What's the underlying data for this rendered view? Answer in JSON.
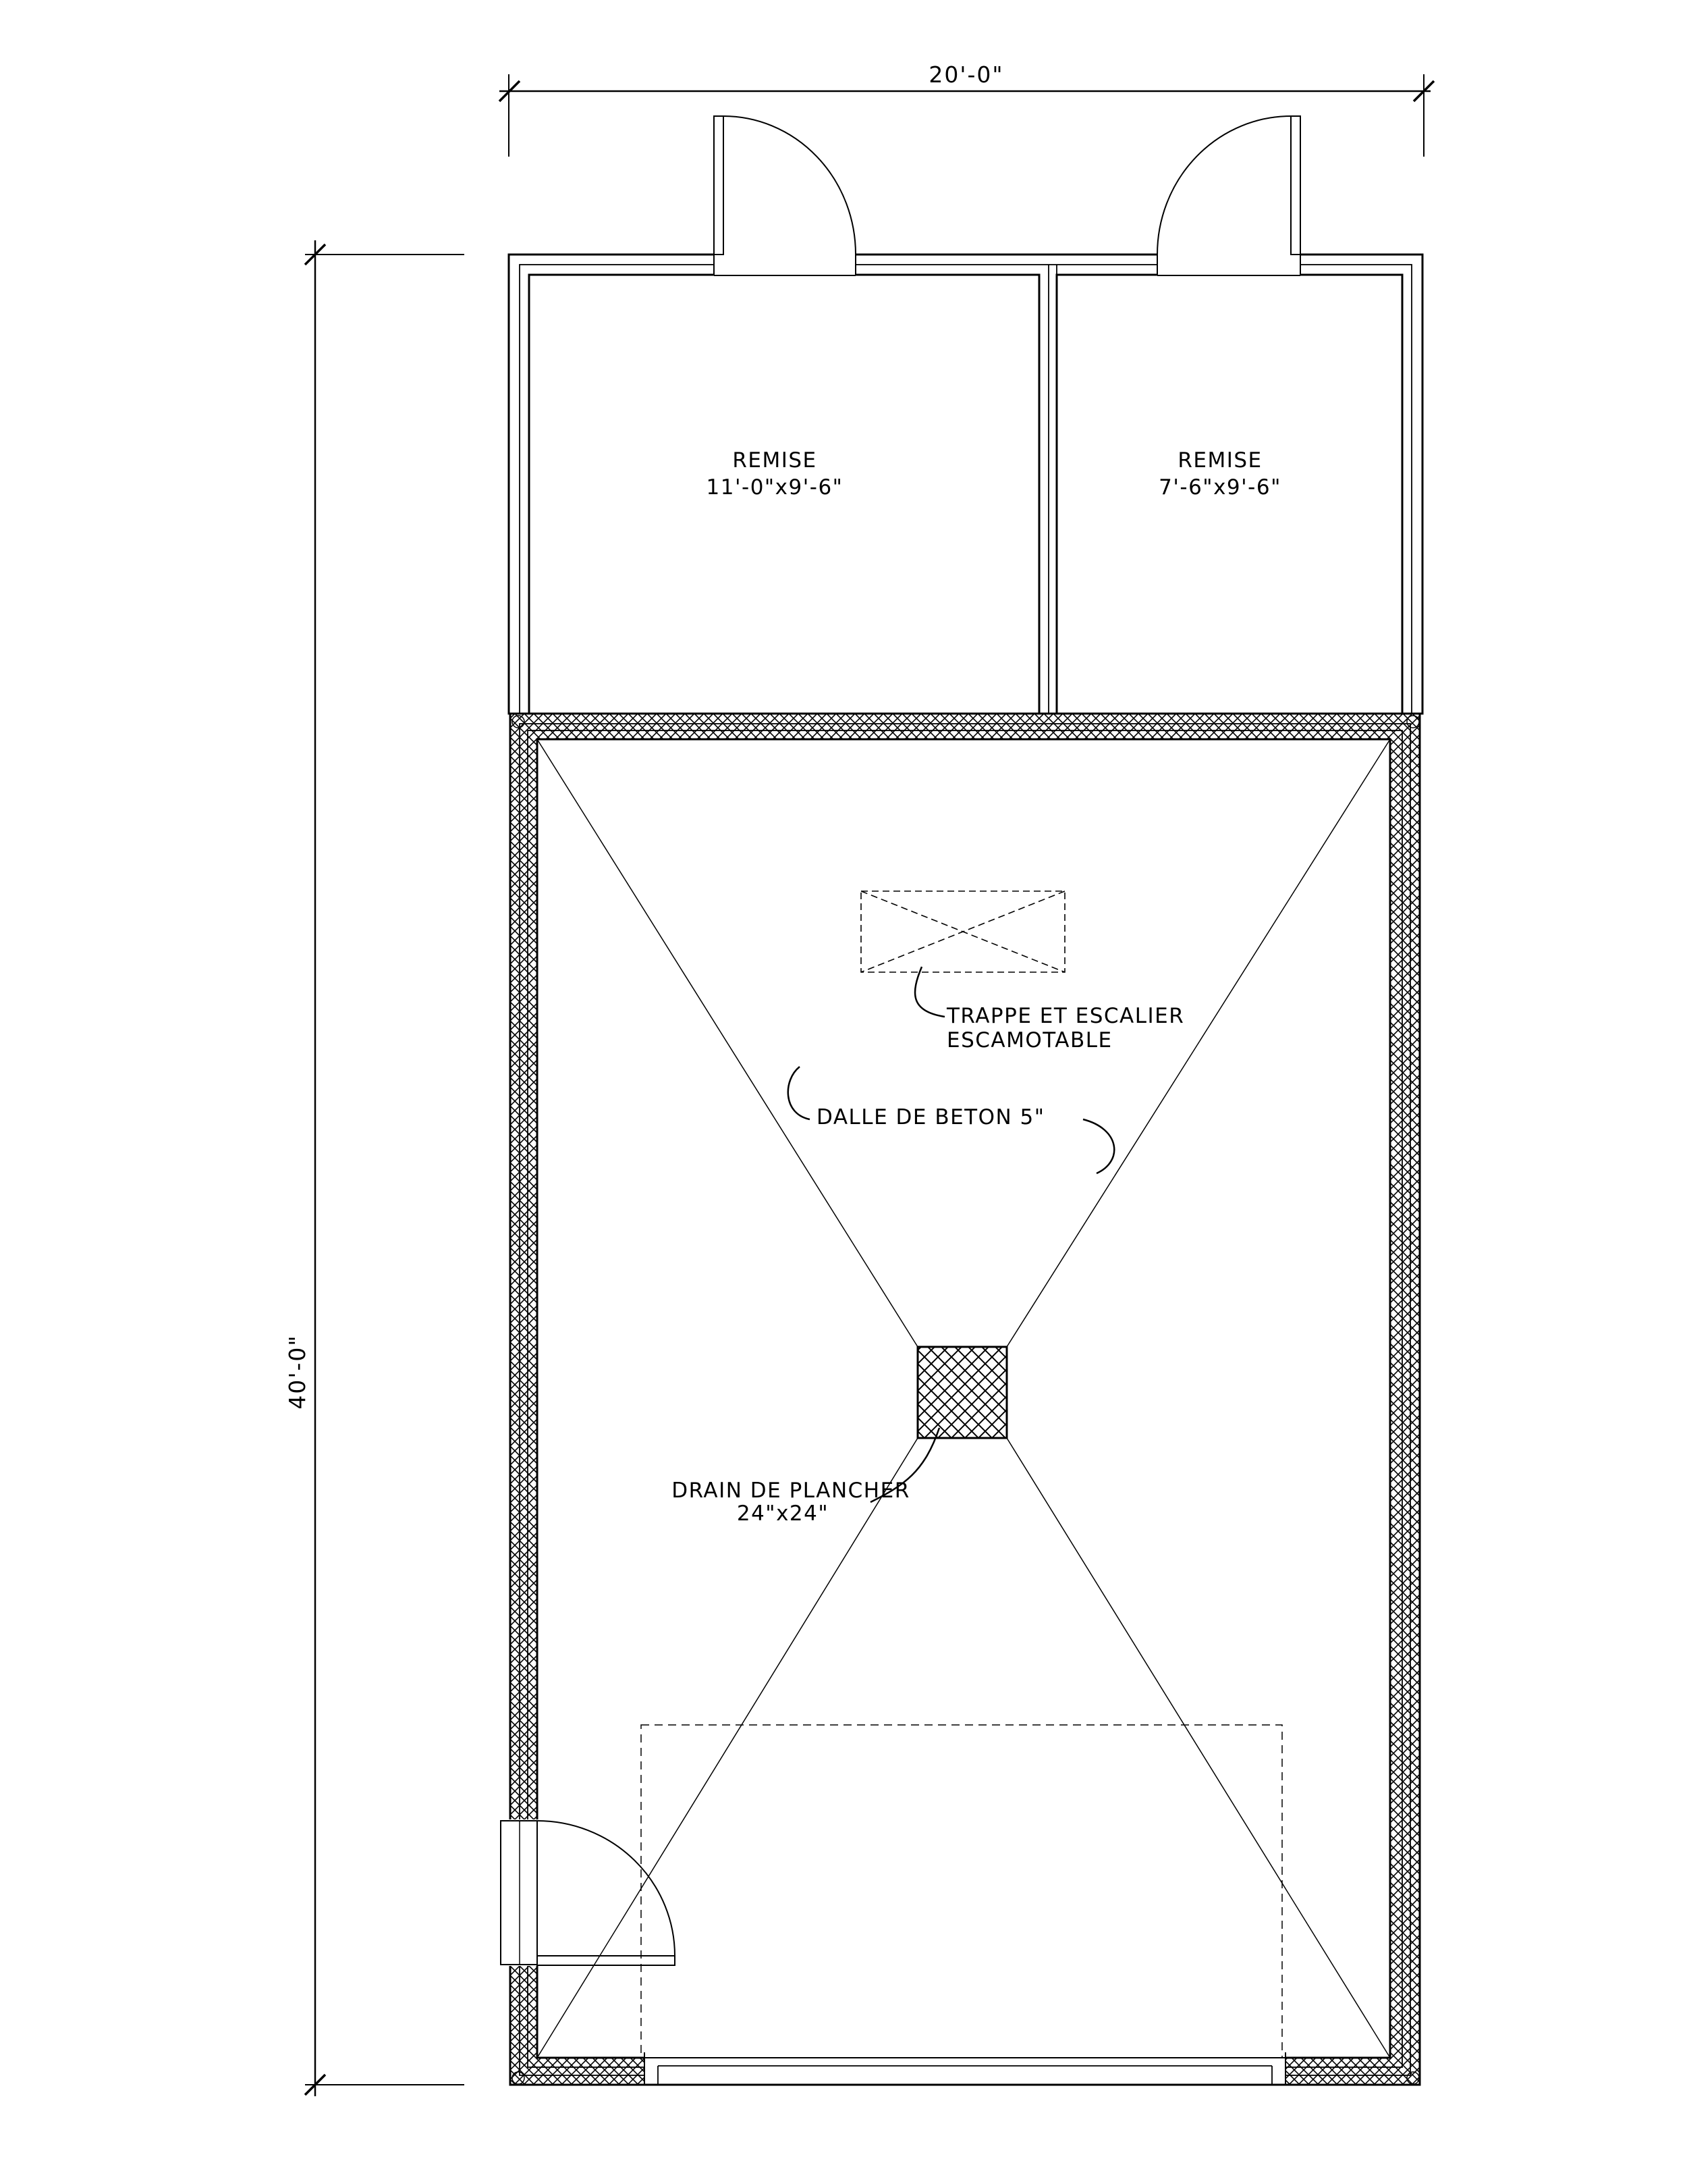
{
  "dimensions": {
    "width_label": "20'-0\"",
    "height_label": "40'-0\""
  },
  "rooms": [
    {
      "name": "REMISE",
      "size": "11'-0\"x9'-6\""
    },
    {
      "name": "REMISE",
      "size": "7'-6\"x9'-6\""
    }
  ],
  "annotations": {
    "hatch_line1": "TRAPPE ET ESCALIER",
    "hatch_line2": "ESCAMOTABLE",
    "slab": "DALLE DE BETON 5\"",
    "drain_line1": "DRAIN DE PLANCHER",
    "drain_line2": "24\"x24\""
  }
}
